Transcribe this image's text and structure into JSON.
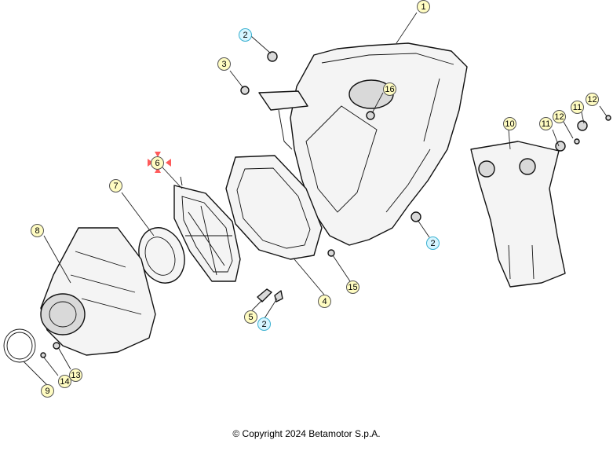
{
  "callouts": [
    {
      "label": "1",
      "color": "yellow"
    },
    {
      "label": "2",
      "color": "blue"
    },
    {
      "label": "3",
      "color": "yellow"
    },
    {
      "label": "16",
      "color": "yellow"
    },
    {
      "label": "6",
      "color": "yellow"
    },
    {
      "label": "7",
      "color": "yellow"
    },
    {
      "label": "8",
      "color": "yellow"
    },
    {
      "label": "10",
      "color": "yellow"
    },
    {
      "label": "11",
      "color": "yellow"
    },
    {
      "label": "12",
      "color": "yellow"
    },
    {
      "label": "11",
      "color": "yellow"
    },
    {
      "label": "12",
      "color": "yellow"
    },
    {
      "label": "2",
      "color": "blue"
    },
    {
      "label": "15",
      "color": "yellow"
    },
    {
      "label": "4",
      "color": "yellow"
    },
    {
      "label": "5",
      "color": "yellow"
    },
    {
      "label": "2",
      "color": "blue"
    },
    {
      "label": "13",
      "color": "yellow"
    },
    {
      "label": "14",
      "color": "yellow"
    },
    {
      "label": "9",
      "color": "yellow"
    }
  ],
  "selected_callout": "6",
  "colors": {
    "yellow": "#fffcc2",
    "blue": "#d6f5ff",
    "selection_arrow": "#ff5a5a"
  },
  "footer": {
    "copyright": "© Copyright 2024 Betamotor S.p.A."
  }
}
